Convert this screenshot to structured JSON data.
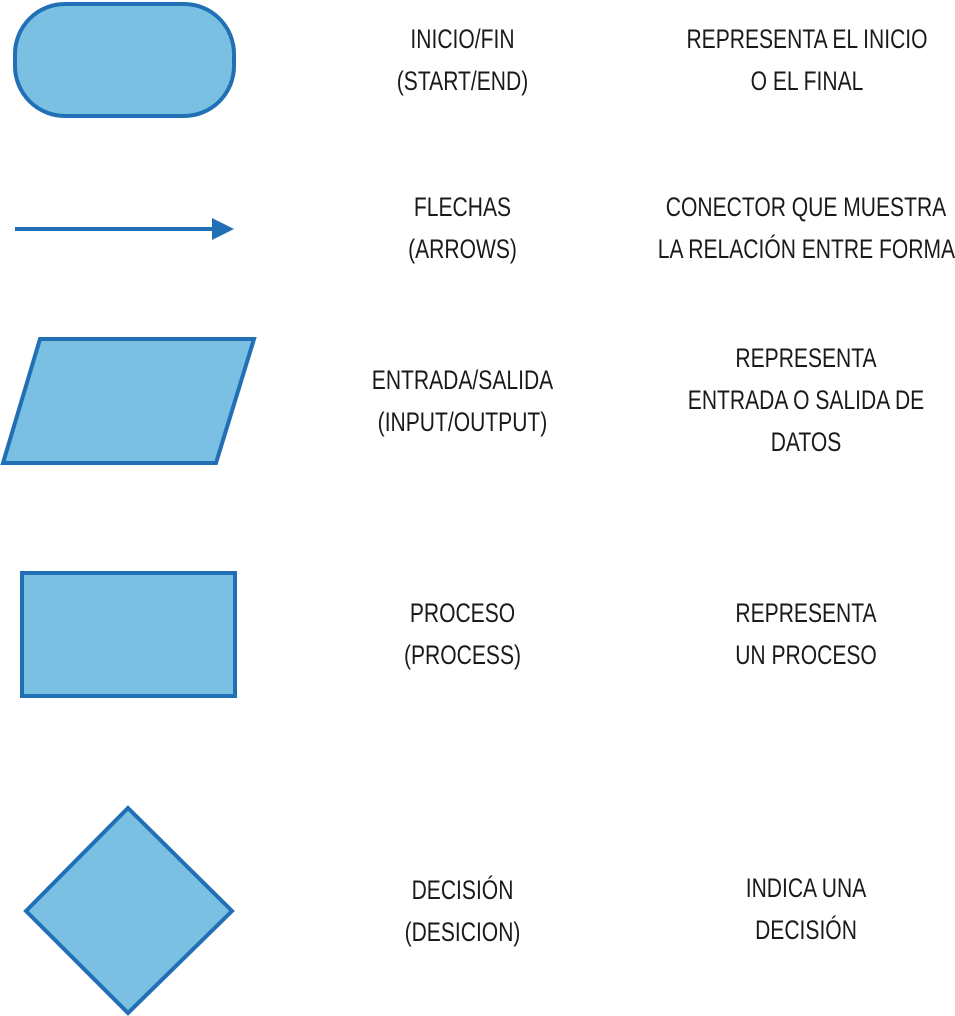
{
  "symbols": [
    {
      "shape": "rounded-rectangle",
      "name_line1": "INICIO/FIN",
      "name_line2": "(START/END)",
      "desc_line1": "REPRESENTA EL INICIO",
      "desc_line2": "O EL FINAL"
    },
    {
      "shape": "arrow",
      "name_line1": "FLECHAS",
      "name_line2": "(ARROWS)",
      "desc_line1": "CONECTOR QUE MUESTRA",
      "desc_line2": "LA RELACIÓN ENTRE FORMAS"
    },
    {
      "shape": "parallelogram",
      "name_line1": "ENTRADA/SALIDA",
      "name_line2": "(INPUT/OUTPUT)",
      "desc_line1": "REPRESENTA",
      "desc_line2": "ENTRADA O SALIDA DE",
      "desc_line3": "DATOS"
    },
    {
      "shape": "rectangle",
      "name_line1": "PROCESO",
      "name_line2": "(PROCESS)",
      "desc_line1": "REPRESENTA",
      "desc_line2": "UN PROCESO"
    },
    {
      "shape": "diamond",
      "name_line1": "DECISIÓN",
      "name_line2": "(DESICION)",
      "desc_line1": "INDICA UNA",
      "desc_line2": "DECISIÓN"
    }
  ],
  "colors": {
    "shape_fill": "#7ac0e3",
    "shape_stroke": "#2170b6",
    "text": "#1a1a1a"
  }
}
